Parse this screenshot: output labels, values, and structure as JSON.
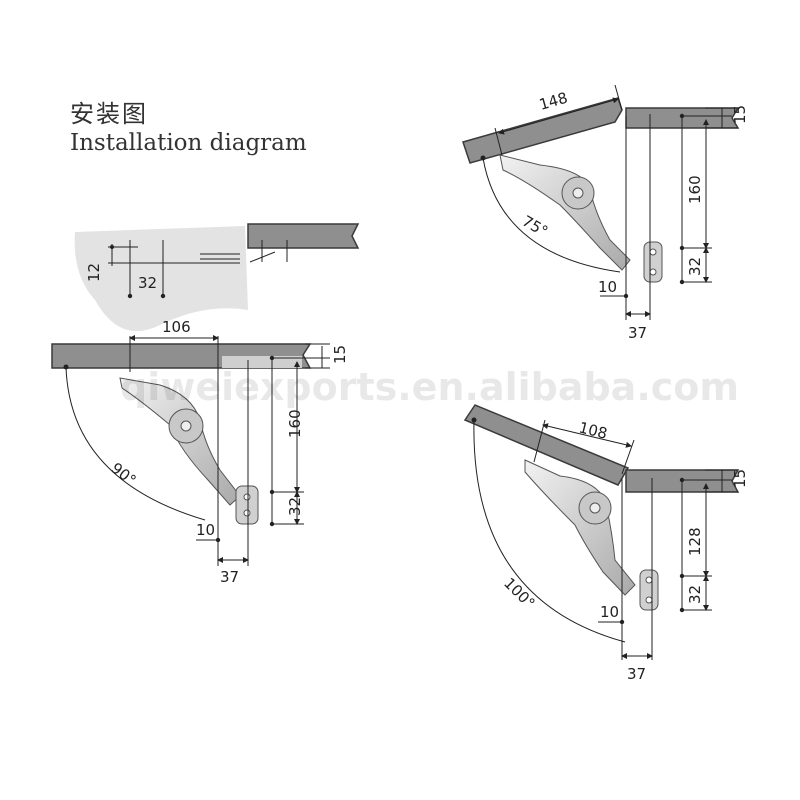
{
  "title": {
    "chinese": "安装图",
    "english": "Installation diagram"
  },
  "watermark": "qiweiexports.en.alibaba.com",
  "detail_view": {
    "dims": [
      "12",
      "32"
    ]
  },
  "view_90": {
    "angle": "90°",
    "dims": {
      "horizontal": "106",
      "panel": "15",
      "vertical": "160",
      "bracket": "32",
      "offset": "10",
      "width": "37"
    }
  },
  "view_75": {
    "angle": "75°",
    "dims": {
      "horizontal": "148",
      "panel": "15",
      "vertical": "160",
      "bracket": "32",
      "offset": "10",
      "width": "37"
    }
  },
  "view_100": {
    "angle": "100°",
    "dims": {
      "horizontal": "108",
      "panel": "15",
      "vertical": "128",
      "bracket": "32",
      "offset": "10",
      "width": "37"
    }
  },
  "colors": {
    "panel_fill": "#8f8f8f",
    "panel_stroke": "#3a3a3a",
    "hinge_fill": "#d4d4d4",
    "line": "#222222",
    "detail_bg": "#e3e3e3"
  }
}
